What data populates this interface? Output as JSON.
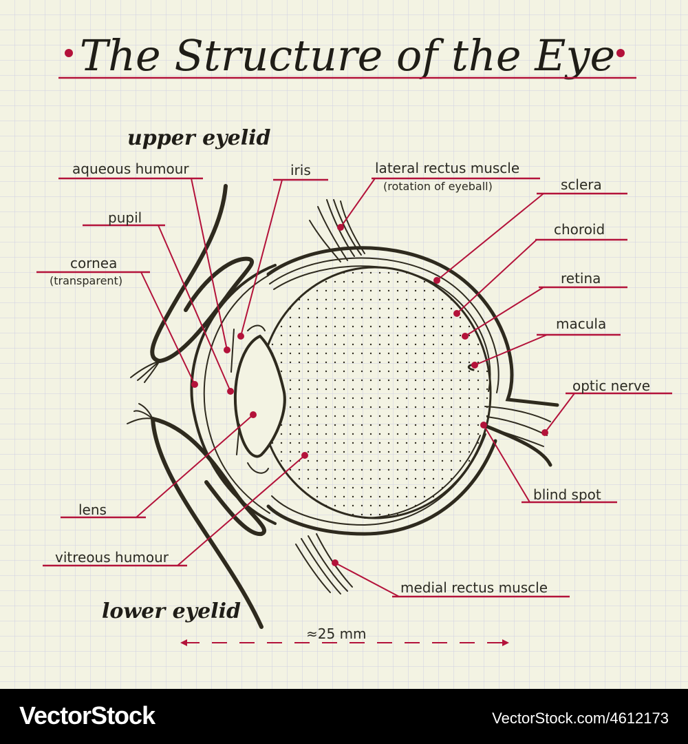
{
  "title": "The Structure of the Eye",
  "headings": {
    "upper": "upper eyelid",
    "lower": "lower eyelid"
  },
  "labels": [
    {
      "text": "aqueous humour"
    },
    {
      "text": "iris"
    },
    {
      "text": "lateral rectus muscle",
      "sub": "(rotation of eyeball)"
    },
    {
      "text": "sclera"
    },
    {
      "text": "pupil"
    },
    {
      "text": "choroid"
    },
    {
      "text": "cornea",
      "sub": "(transparent)"
    },
    {
      "text": "retina"
    },
    {
      "text": "macula"
    },
    {
      "text": "optic nerve"
    },
    {
      "text": "lens"
    },
    {
      "text": "blind spot"
    },
    {
      "text": "vitreous humour"
    },
    {
      "text": "medial rectus muscle"
    }
  ],
  "scale": "≈25 mm",
  "footer": {
    "brand": "VectorStock",
    "url": "VectorStock.com/4612173"
  },
  "colors": {
    "accent": "#b3123a",
    "ink": "#2e2a1e",
    "paper": "#f3f3e3",
    "grid": "#cfcfe3"
  }
}
